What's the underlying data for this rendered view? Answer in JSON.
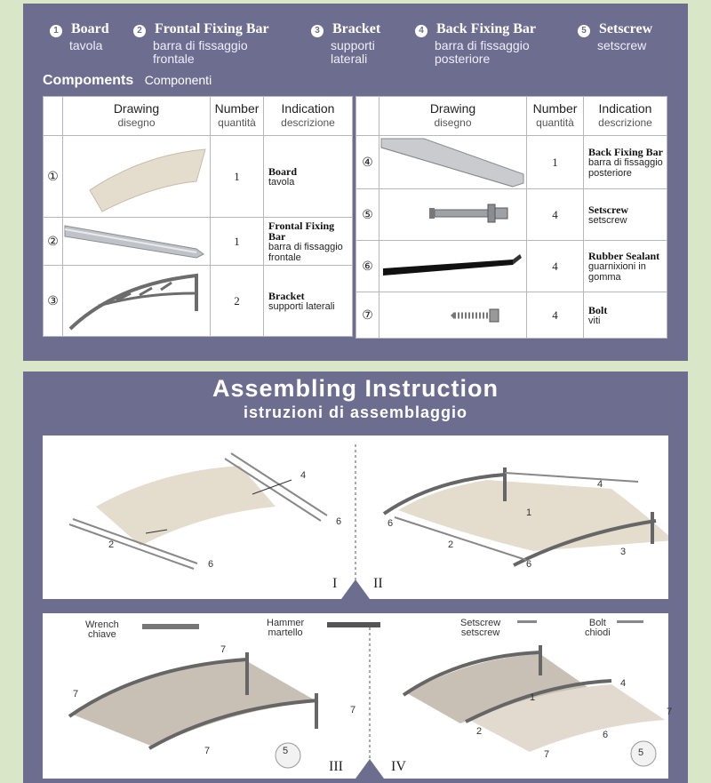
{
  "legend": [
    {
      "num": "1",
      "en": "Board",
      "it": "tavola"
    },
    {
      "num": "2",
      "en": "Frontal Fixing Bar",
      "it": "barra di fissaggio frontale"
    },
    {
      "num": "3",
      "en": "Bracket",
      "it": "supporti laterali"
    },
    {
      "num": "4",
      "en": "Back Fixing Bar",
      "it": "barra di fissaggio posteriore"
    },
    {
      "num": "5",
      "en": "Setscrew",
      "it": "setscrew"
    }
  ],
  "components": {
    "title_en": "Compoments",
    "title_it": "Componenti"
  },
  "table_headers": {
    "drawing": "Drawing",
    "drawing_it": "disegno",
    "number": "Number",
    "number_it": "quantità",
    "indication": "Indication",
    "indication_it": "descrizione"
  },
  "parts_left": [
    {
      "idx": "①",
      "count": "1",
      "en": "Board",
      "it": "tavola"
    },
    {
      "idx": "②",
      "count": "1",
      "en": "Frontal Fixing Bar",
      "it": "barra di fissaggio frontale"
    },
    {
      "idx": "③",
      "count": "2",
      "en": "Bracket",
      "it": "supporti laterali"
    }
  ],
  "parts_right": [
    {
      "idx": "④",
      "count": "1",
      "en": "Back Fixing Bar",
      "it": "barra di fissaggio posteriore"
    },
    {
      "idx": "⑤",
      "count": "4",
      "en": "Setscrew",
      "it": "setscrew"
    },
    {
      "idx": "⑥",
      "count": "4",
      "en": "Rubber Sealant",
      "it": "guarnixioni in gomma"
    },
    {
      "idx": "⑦",
      "count": "4",
      "en": "Bolt",
      "it": "viti"
    }
  ],
  "assembly": {
    "title_en": "Assembling Instruction",
    "title_it": "istruzioni di assemblaggio"
  },
  "steps": [
    "I",
    "II",
    "III",
    "IV"
  ],
  "tools": {
    "wrench_en": "Wrench",
    "wrench_it": "chiave",
    "hammer_en": "Hammer",
    "hammer_it": "martello",
    "setscrew_en": "Setscrew",
    "setscrew_it": "setscrew",
    "bolt_en": "Bolt",
    "bolt_it": "chiodi"
  },
  "callouts": {
    "c1": "1",
    "c2": "2",
    "c3": "3",
    "c4": "4",
    "c5": "5",
    "c6": "6",
    "c7": "7"
  }
}
